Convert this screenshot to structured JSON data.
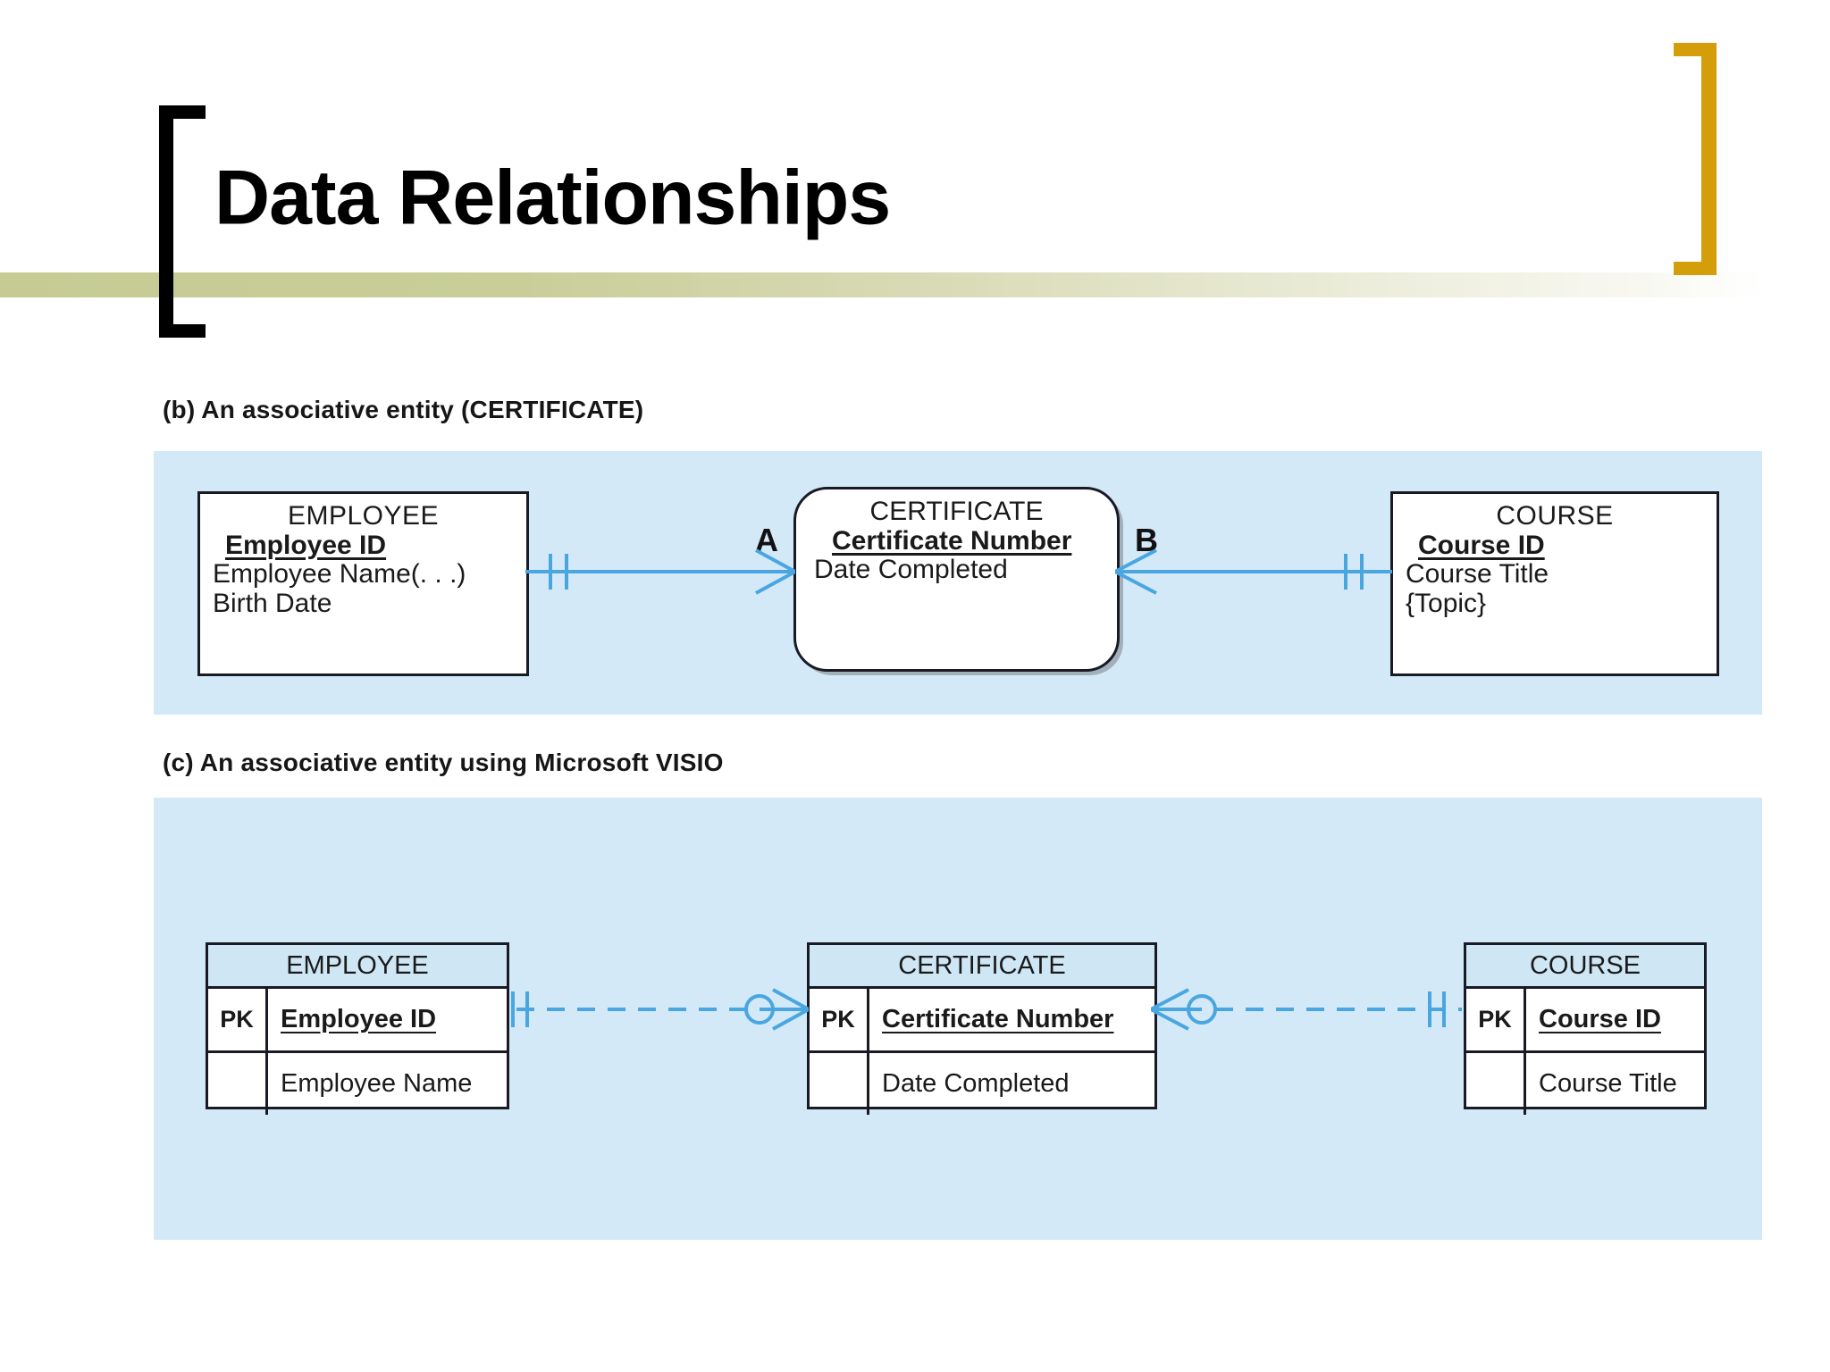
{
  "slide": {
    "title": "Data Relationships",
    "theme": {
      "stripe_color": "#c6cb94",
      "left_bracket_color": "#000000",
      "right_bracket_color": "#d39e09",
      "panel_background": "#d4e9f7",
      "table_header_background": "#cfe7f5",
      "connector_color": "#49a6e0"
    }
  },
  "sections": [
    {
      "id": "b",
      "caption": "(b) An associative entity (CERTIFICATE)",
      "notation": "crows-foot",
      "entities": [
        {
          "name": "EMPLOYEE",
          "shape": "rectangle",
          "attributes": [
            {
              "text": "Employee ID",
              "key": true
            },
            {
              "text": "Employee Name(. . .)",
              "key": false
            },
            {
              "text": "Birth Date",
              "key": false
            }
          ]
        },
        {
          "name": "CERTIFICATE",
          "shape": "rounded-rectangle",
          "attributes": [
            {
              "text": "Certificate Number",
              "key": true
            },
            {
              "text": "Date Completed",
              "key": false
            }
          ]
        },
        {
          "name": "COURSE",
          "shape": "rectangle",
          "attributes": [
            {
              "text": "Course ID",
              "key": true
            },
            {
              "text": "Course Title",
              "key": false
            },
            {
              "text": "{Topic}",
              "key": false
            }
          ]
        }
      ],
      "relationship_labels": {
        "left": "A",
        "right": "B"
      },
      "connectors": [
        {
          "from": "EMPLOYEE",
          "to": "CERTIFICATE",
          "line": "solid",
          "from_end": "one-mandatory",
          "to_end": "many"
        },
        {
          "from": "CERTIFICATE",
          "to": "COURSE",
          "line": "solid",
          "from_end": "many",
          "to_end": "one-mandatory"
        }
      ]
    },
    {
      "id": "c",
      "caption": "(c) An associative entity using Microsoft VISIO",
      "notation": "visio-crows-foot",
      "tables": [
        {
          "name": "EMPLOYEE",
          "rows": [
            {
              "key": "PK",
              "field": "Employee ID",
              "underline": true
            },
            {
              "key": "",
              "field": "Employee Name",
              "underline": false
            }
          ]
        },
        {
          "name": "CERTIFICATE",
          "rows": [
            {
              "key": "PK",
              "field": "Certificate Number",
              "underline": true
            },
            {
              "key": "",
              "field": "Date Completed",
              "underline": false
            }
          ]
        },
        {
          "name": "COURSE",
          "rows": [
            {
              "key": "PK",
              "field": "Course ID",
              "underline": true
            },
            {
              "key": "",
              "field": "Course Title",
              "underline": false
            }
          ]
        }
      ],
      "connectors": [
        {
          "from": "EMPLOYEE",
          "to": "CERTIFICATE",
          "line": "dashed",
          "from_end": "one-mandatory",
          "to_end": "zero-or-many"
        },
        {
          "from": "CERTIFICATE",
          "to": "COURSE",
          "line": "dashed",
          "from_end": "zero-or-many",
          "to_end": "one-mandatory"
        }
      ]
    }
  ]
}
